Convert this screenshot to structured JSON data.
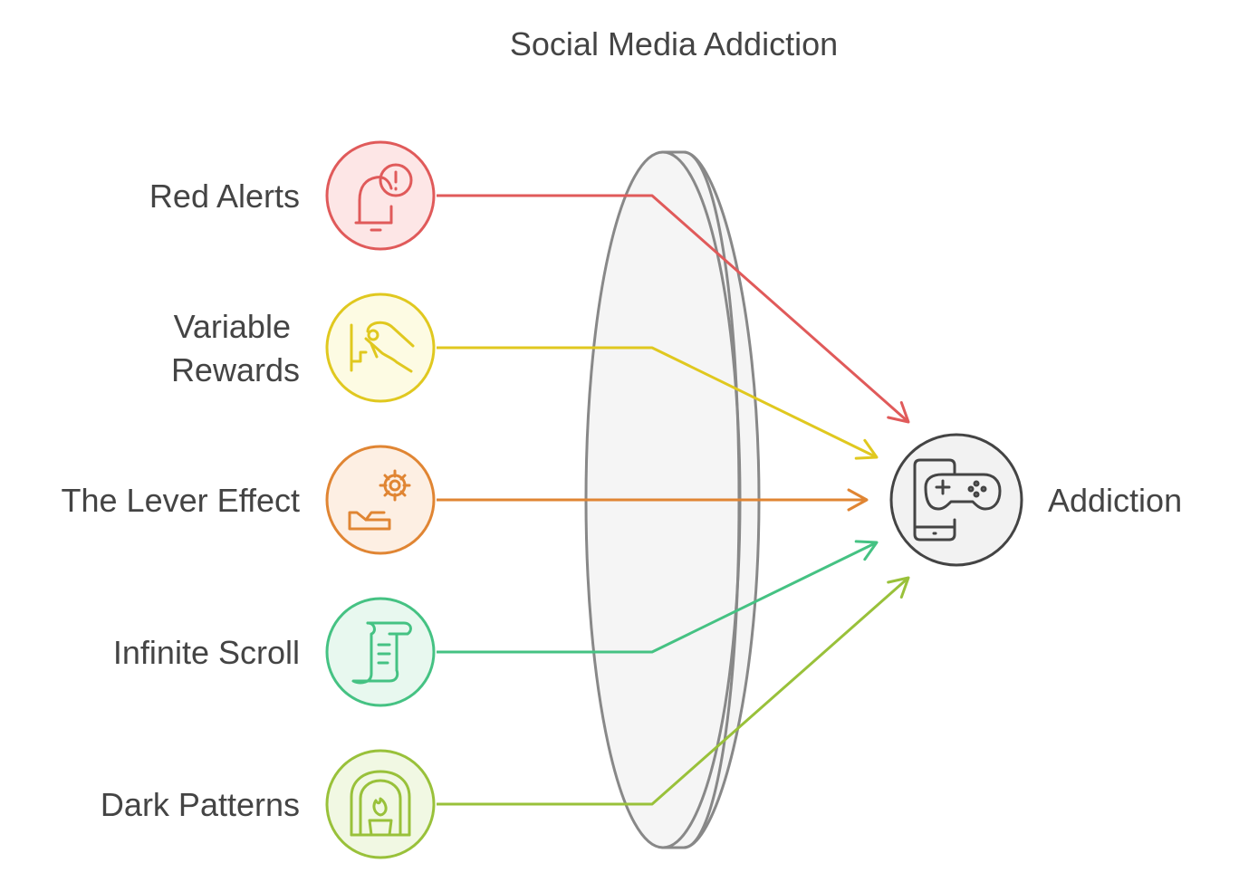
{
  "title": "Social Media Addiction",
  "target": {
    "label": "Addiction",
    "icon": "phone-gamepad-icon",
    "color": "#444444",
    "fill": "#f2f2f2"
  },
  "lens": {
    "icon": "lens-icon",
    "stroke": "#888888",
    "fill": "#f5f5f5"
  },
  "sources": [
    {
      "id": "red-alerts",
      "label": "Red Alerts",
      "lines": [
        "Red Alerts"
      ],
      "icon": "notification-bell-icon",
      "color": "#e05a5a",
      "fill": "#fde6e6"
    },
    {
      "id": "variable-rewards",
      "label": "Variable Rewards",
      "lines": [
        "Variable",
        "Rewards"
      ],
      "icon": "slot-lever-hand-icon",
      "color": "#e0c81f",
      "fill": "#fdfbe3"
    },
    {
      "id": "the-lever-effect",
      "label": "The Lever Effect",
      "lines": [
        "The Lever Effect"
      ],
      "icon": "lever-gear-icon",
      "color": "#e08533",
      "fill": "#fdefe3"
    },
    {
      "id": "infinite-scroll",
      "label": "Infinite Scroll",
      "lines": [
        "Infinite Scroll"
      ],
      "icon": "scroll-icon",
      "color": "#45c283",
      "fill": "#e8f8ef"
    },
    {
      "id": "dark-patterns",
      "label": "Dark Patterns",
      "lines": [
        "Dark Patterns"
      ],
      "icon": "fireplace-icon",
      "color": "#99c13a",
      "fill": "#f1f8e3"
    }
  ]
}
